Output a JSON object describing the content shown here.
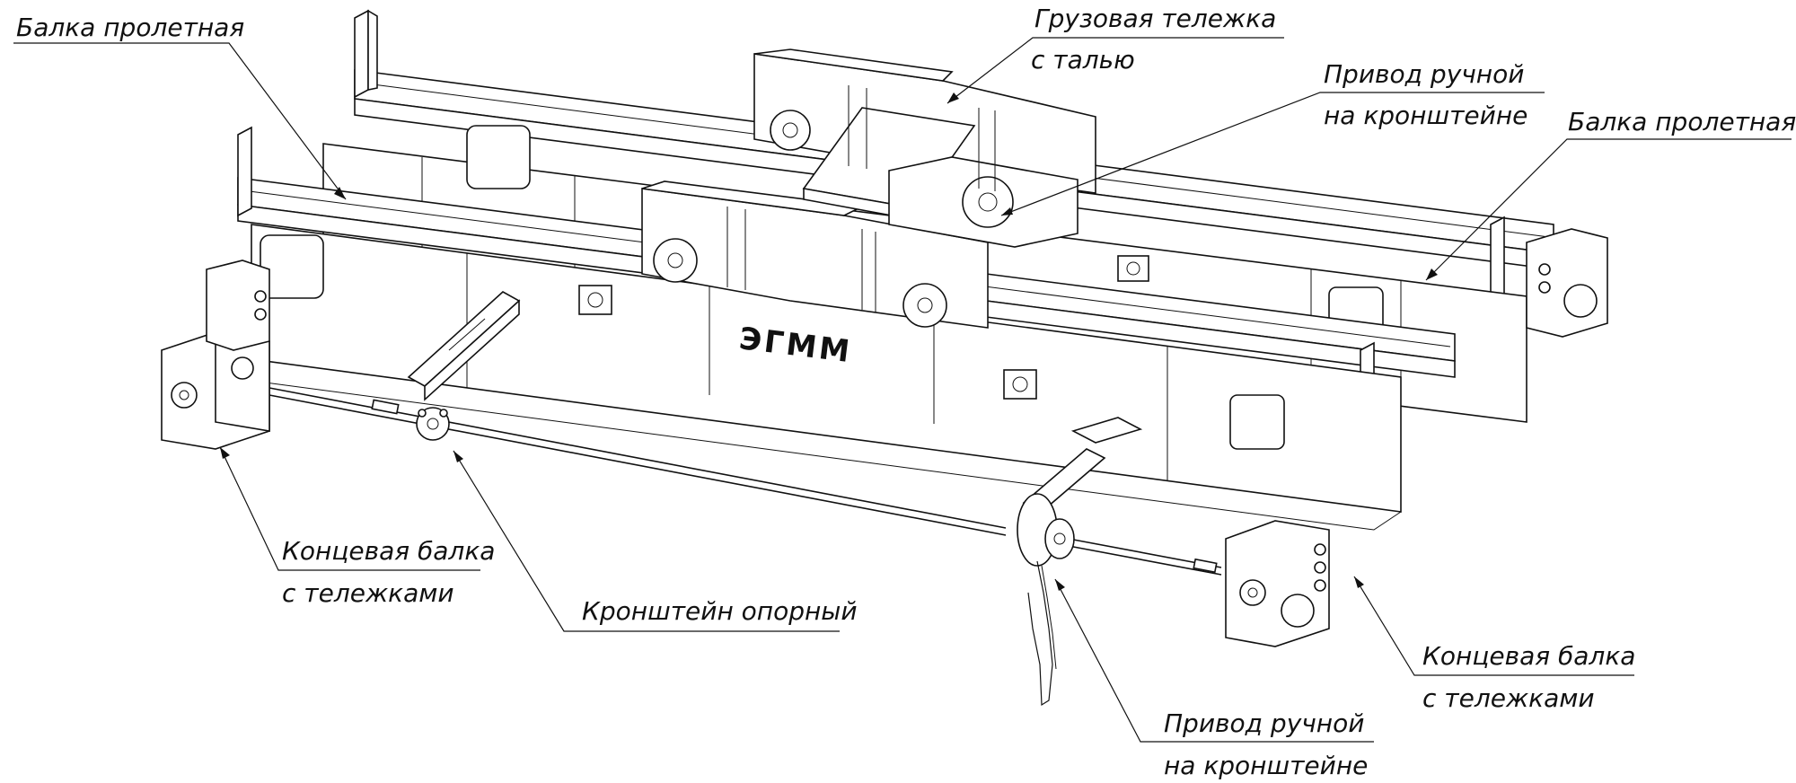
{
  "logo_text": "ЭГММ",
  "labels": [
    {
      "id": "span-beam-left",
      "lines": [
        "Балка пролетная"
      ]
    },
    {
      "id": "trolley",
      "lines": [
        "Грузовая тележка",
        "с талью"
      ]
    },
    {
      "id": "manual-drive-top",
      "lines": [
        "Привод ручной",
        "на кронштейне"
      ]
    },
    {
      "id": "span-beam-right",
      "lines": [
        "Балка пролетная"
      ]
    },
    {
      "id": "end-beam-left",
      "lines": [
        "Концевая балка",
        "с тележками"
      ]
    },
    {
      "id": "support-bracket",
      "lines": [
        "Кронштейн опорный"
      ]
    },
    {
      "id": "end-beam-right",
      "lines": [
        "Концевая балка",
        "с тележками"
      ]
    },
    {
      "id": "manual-drive-bottom",
      "lines": [
        "Привод ручной",
        "на кронштейне"
      ]
    }
  ]
}
